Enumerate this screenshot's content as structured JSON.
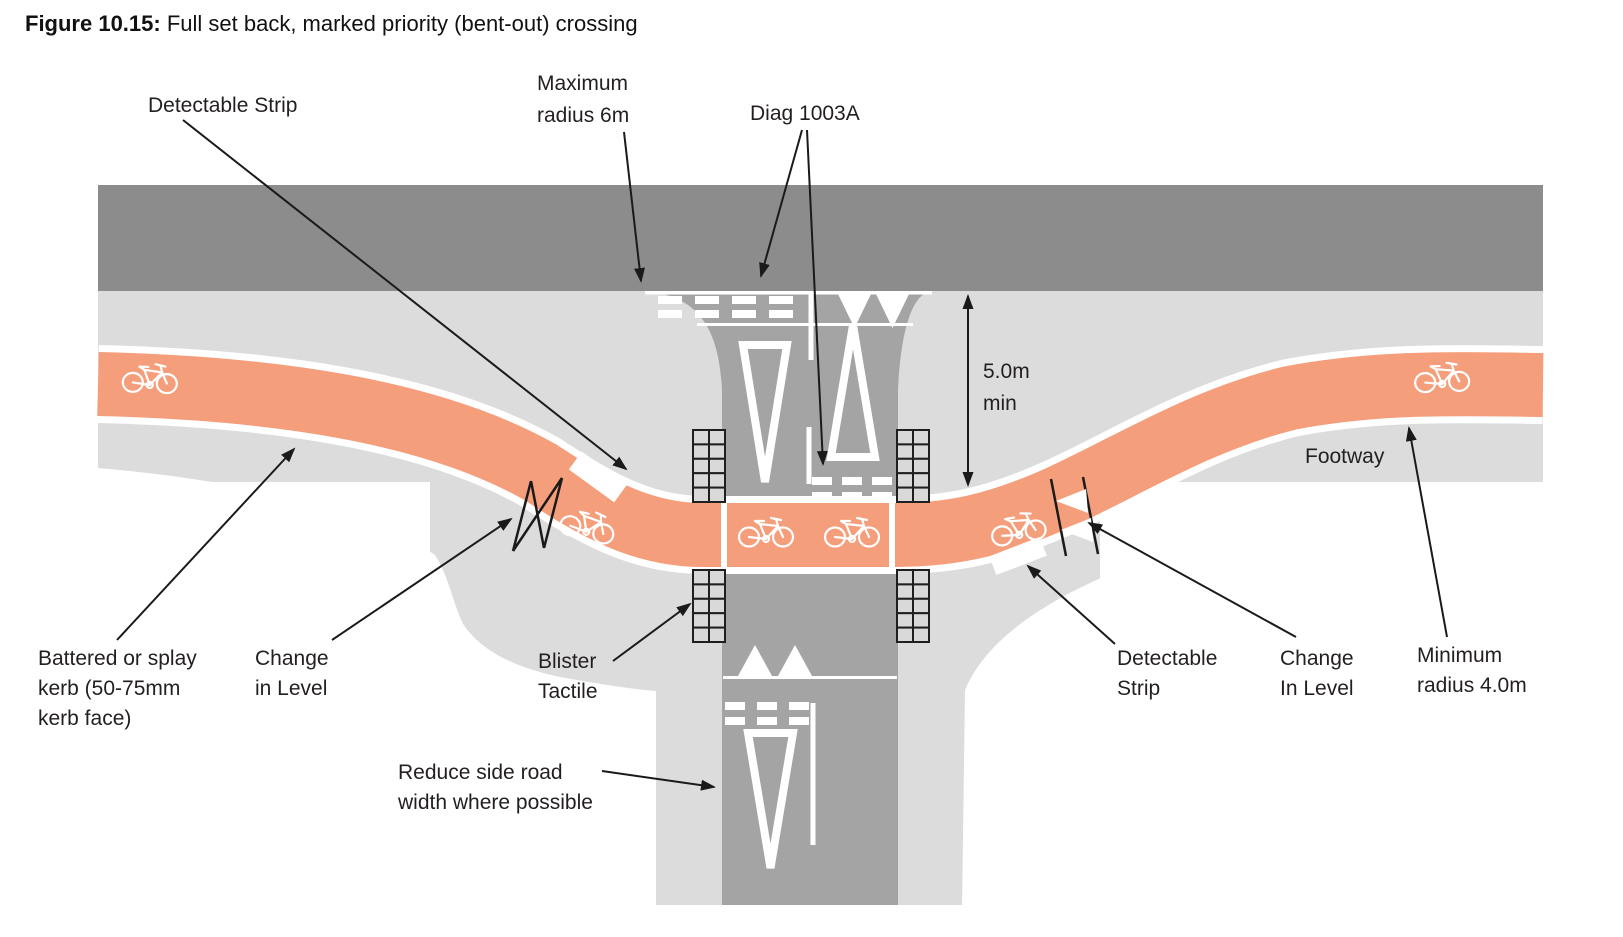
{
  "title": {
    "prefix": "Figure 10.15:",
    "text": " Full set back, marked priority (bent-out) crossing"
  },
  "labels": {
    "detectable_strip_left": "Detectable Strip",
    "max_radius": {
      "line1": "Maximum",
      "line2": "radius 6m"
    },
    "diag": "Diag 1003A",
    "dimension": {
      "line1": "5.0m",
      "line2": "min"
    },
    "footway": "Footway",
    "battered_kerb": {
      "line1": "Battered or splay",
      "line2": "kerb (50-75mm",
      "line3": "kerb face)"
    },
    "change_in_level_left": {
      "line1": "Change",
      "line2": "in Level"
    },
    "blister_tactile": {
      "line1": "Blister",
      "line2": "Tactile"
    },
    "reduce_side_road": {
      "line1": "Reduce side road",
      "line2": "width where possible"
    },
    "detectable_strip_right": {
      "line1": "Detectable",
      "line2": "Strip"
    },
    "change_in_level_right": {
      "line1": "Change",
      "line2": "In Level"
    },
    "min_radius": {
      "line1": "Minimum",
      "line2": "radius 4.0m"
    }
  },
  "colors": {
    "cycle_track": "#f59e7b",
    "main_road": "#8c8c8c",
    "side_road": "#a4a4a4",
    "footway": "#dcdcdc",
    "road_marking": "#ffffff",
    "tactile_paving": "#d9d9d9",
    "annotation_ink": "#231f20"
  }
}
